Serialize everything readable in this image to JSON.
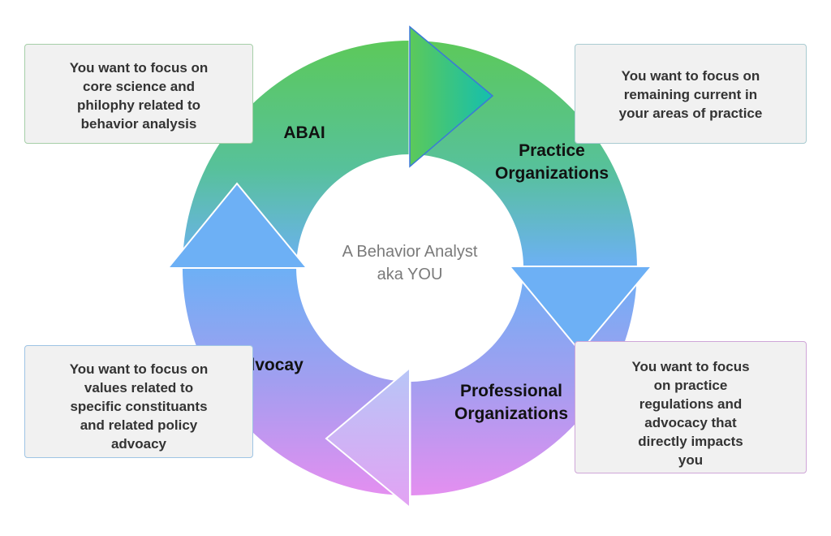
{
  "diagram": {
    "center_label": "A Behavior Analyst\naka YOU",
    "segments": [
      {
        "label": "ABAI"
      },
      {
        "label": "Practice\nOrganizations"
      },
      {
        "label": "Professional\nOrganizations"
      },
      {
        "label": "Advocay"
      }
    ],
    "callouts": [
      {
        "text": "You want to focus on\ncore science and\nphilophy related to\nbehavior analysis"
      },
      {
        "text": "You want to focus on\nremaining current in\nyour areas of practice"
      },
      {
        "text": "You want to focus on\nvalues related to\nspecific constituants\nand related policy\nadvoacy"
      },
      {
        "text": "You want to focus\non practice\nregulations and\nadvocacy that\ndirectly impacts\nyou"
      }
    ],
    "colors": {
      "green": "#5cc95a",
      "teal": "#3fbfa8",
      "blue": "#6db0f5",
      "lavender": "#a59ef2",
      "pink": "#d98ef2",
      "callout_bg": "#f1f1f1"
    }
  }
}
